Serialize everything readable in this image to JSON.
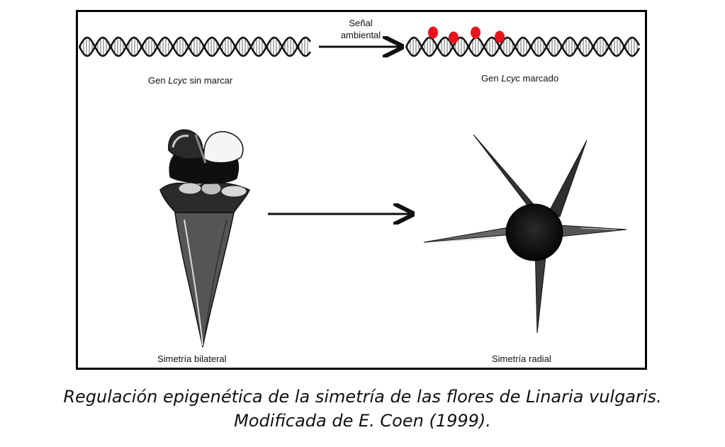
{
  "labels": {
    "signal_line1": "Señal",
    "signal_line2": "ambiental",
    "gene_unmarked_prefix": "Gen ",
    "gene_name": "Lcyc",
    "gene_unmarked_suffix": " sin marcar",
    "gene_marked_prefix": "Gen ",
    "gene_marked_suffix": " marcado",
    "bilateral": "Simetría bilateral",
    "radial": "Simetría radial"
  },
  "caption": {
    "line1": "Regulación epigenética de la simetría de las flores de Linaria vulgaris.",
    "line2": "Modificada de E. Coen (1999)."
  },
  "colors": {
    "methylation_mark": "#e8141c",
    "ink": "#111111"
  }
}
